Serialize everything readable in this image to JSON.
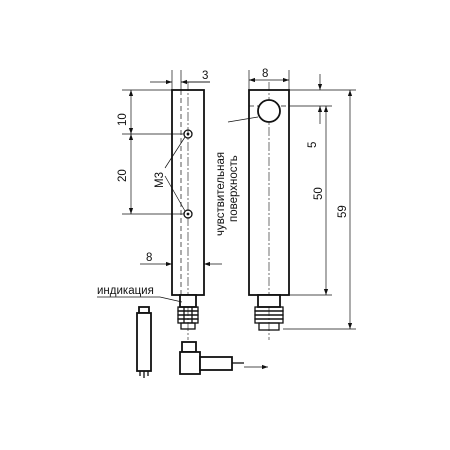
{
  "drawing": {
    "dimensions": {
      "d3": "3",
      "d8_top": "8",
      "d10": "10",
      "d20": "20",
      "d8_bottom": "8",
      "d5": "5",
      "d50": "50",
      "d59": "59"
    },
    "labels": {
      "thread": "M3",
      "sensitive_surface_line1": "чувствительная",
      "sensitive_surface_line2": "поверхность",
      "indication": "индикация"
    }
  }
}
